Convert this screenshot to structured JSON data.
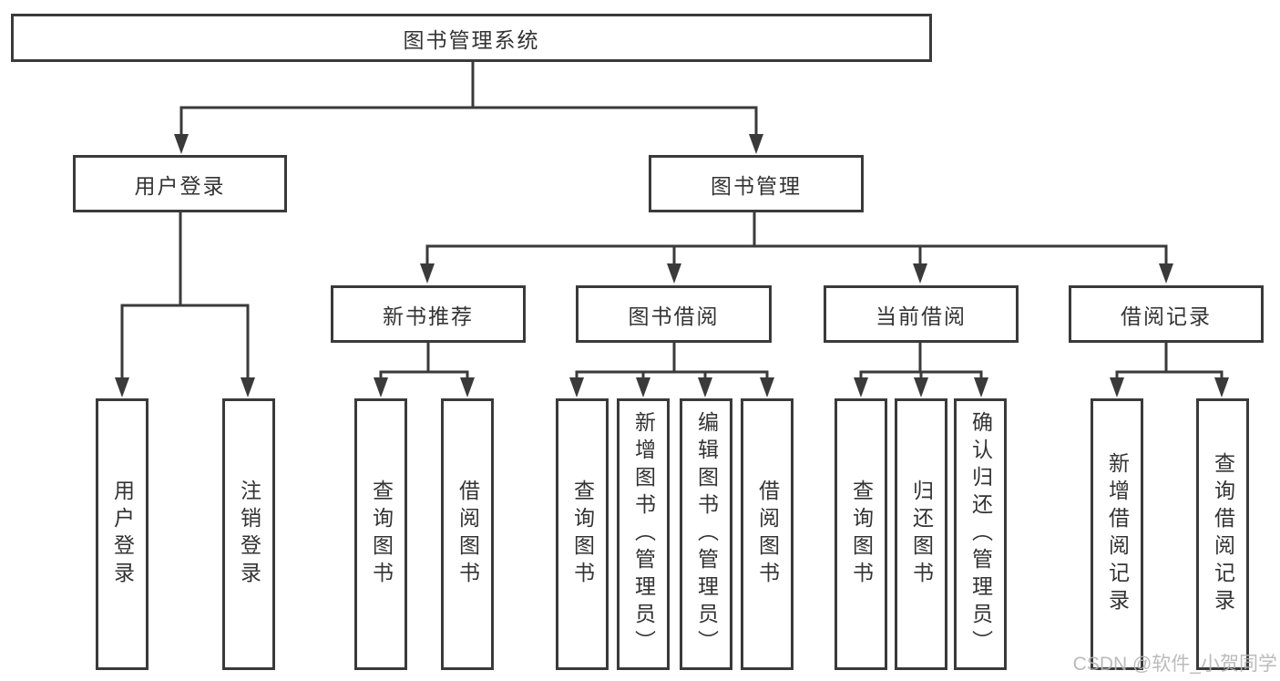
{
  "diagram": {
    "title_hint": "library-management-system-function-structure",
    "nodes": {
      "root": "图书管理系统",
      "user_login": "用户登录",
      "book_mgmt": "图书管理",
      "new_books": "新书推荐",
      "book_borrow": "图书借阅",
      "current_borrow": "当前借阅",
      "borrow_records": "借阅记录",
      "ul_login": "用户登录",
      "ul_logout": "注销登录",
      "nb_query": "查询图书",
      "nb_borrow": "借阅图书",
      "bb_query": "查询图书",
      "bb_add": "新增图书（管理员）",
      "bb_edit": "编辑图书（管理员）",
      "bb_borrow": "借阅图书",
      "cb_query": "查询图书",
      "cb_return": "归还图书",
      "cb_confirm": "确认归还（管理员）",
      "br_add": "新增借阅记录",
      "br_query": "查询借阅记录"
    },
    "edges": [
      [
        "图书管理系统",
        "用户登录"
      ],
      [
        "图书管理系统",
        "图书管理"
      ],
      [
        "用户登录",
        "用户登录"
      ],
      [
        "用户登录",
        "注销登录"
      ],
      [
        "图书管理",
        "新书推荐"
      ],
      [
        "图书管理",
        "图书借阅"
      ],
      [
        "图书管理",
        "当前借阅"
      ],
      [
        "图书管理",
        "借阅记录"
      ],
      [
        "新书推荐",
        "查询图书"
      ],
      [
        "新书推荐",
        "借阅图书"
      ],
      [
        "图书借阅",
        "查询图书"
      ],
      [
        "图书借阅",
        "新增图书（管理员）"
      ],
      [
        "图书借阅",
        "编辑图书（管理员）"
      ],
      [
        "图书借阅",
        "借阅图书"
      ],
      [
        "当前借阅",
        "查询图书"
      ],
      [
        "当前借阅",
        "归还图书"
      ],
      [
        "当前借阅",
        "确认归还（管理员）"
      ],
      [
        "借阅记录",
        "新增借阅记录"
      ],
      [
        "借阅记录",
        "查询借阅记录"
      ]
    ],
    "colors": {
      "line": "#3a3a3a",
      "text": "#333333",
      "background": "#ffffff",
      "watermark": "#b4b4b4"
    }
  },
  "watermark": {
    "text": "CSDN @软件_小贺同学"
  }
}
